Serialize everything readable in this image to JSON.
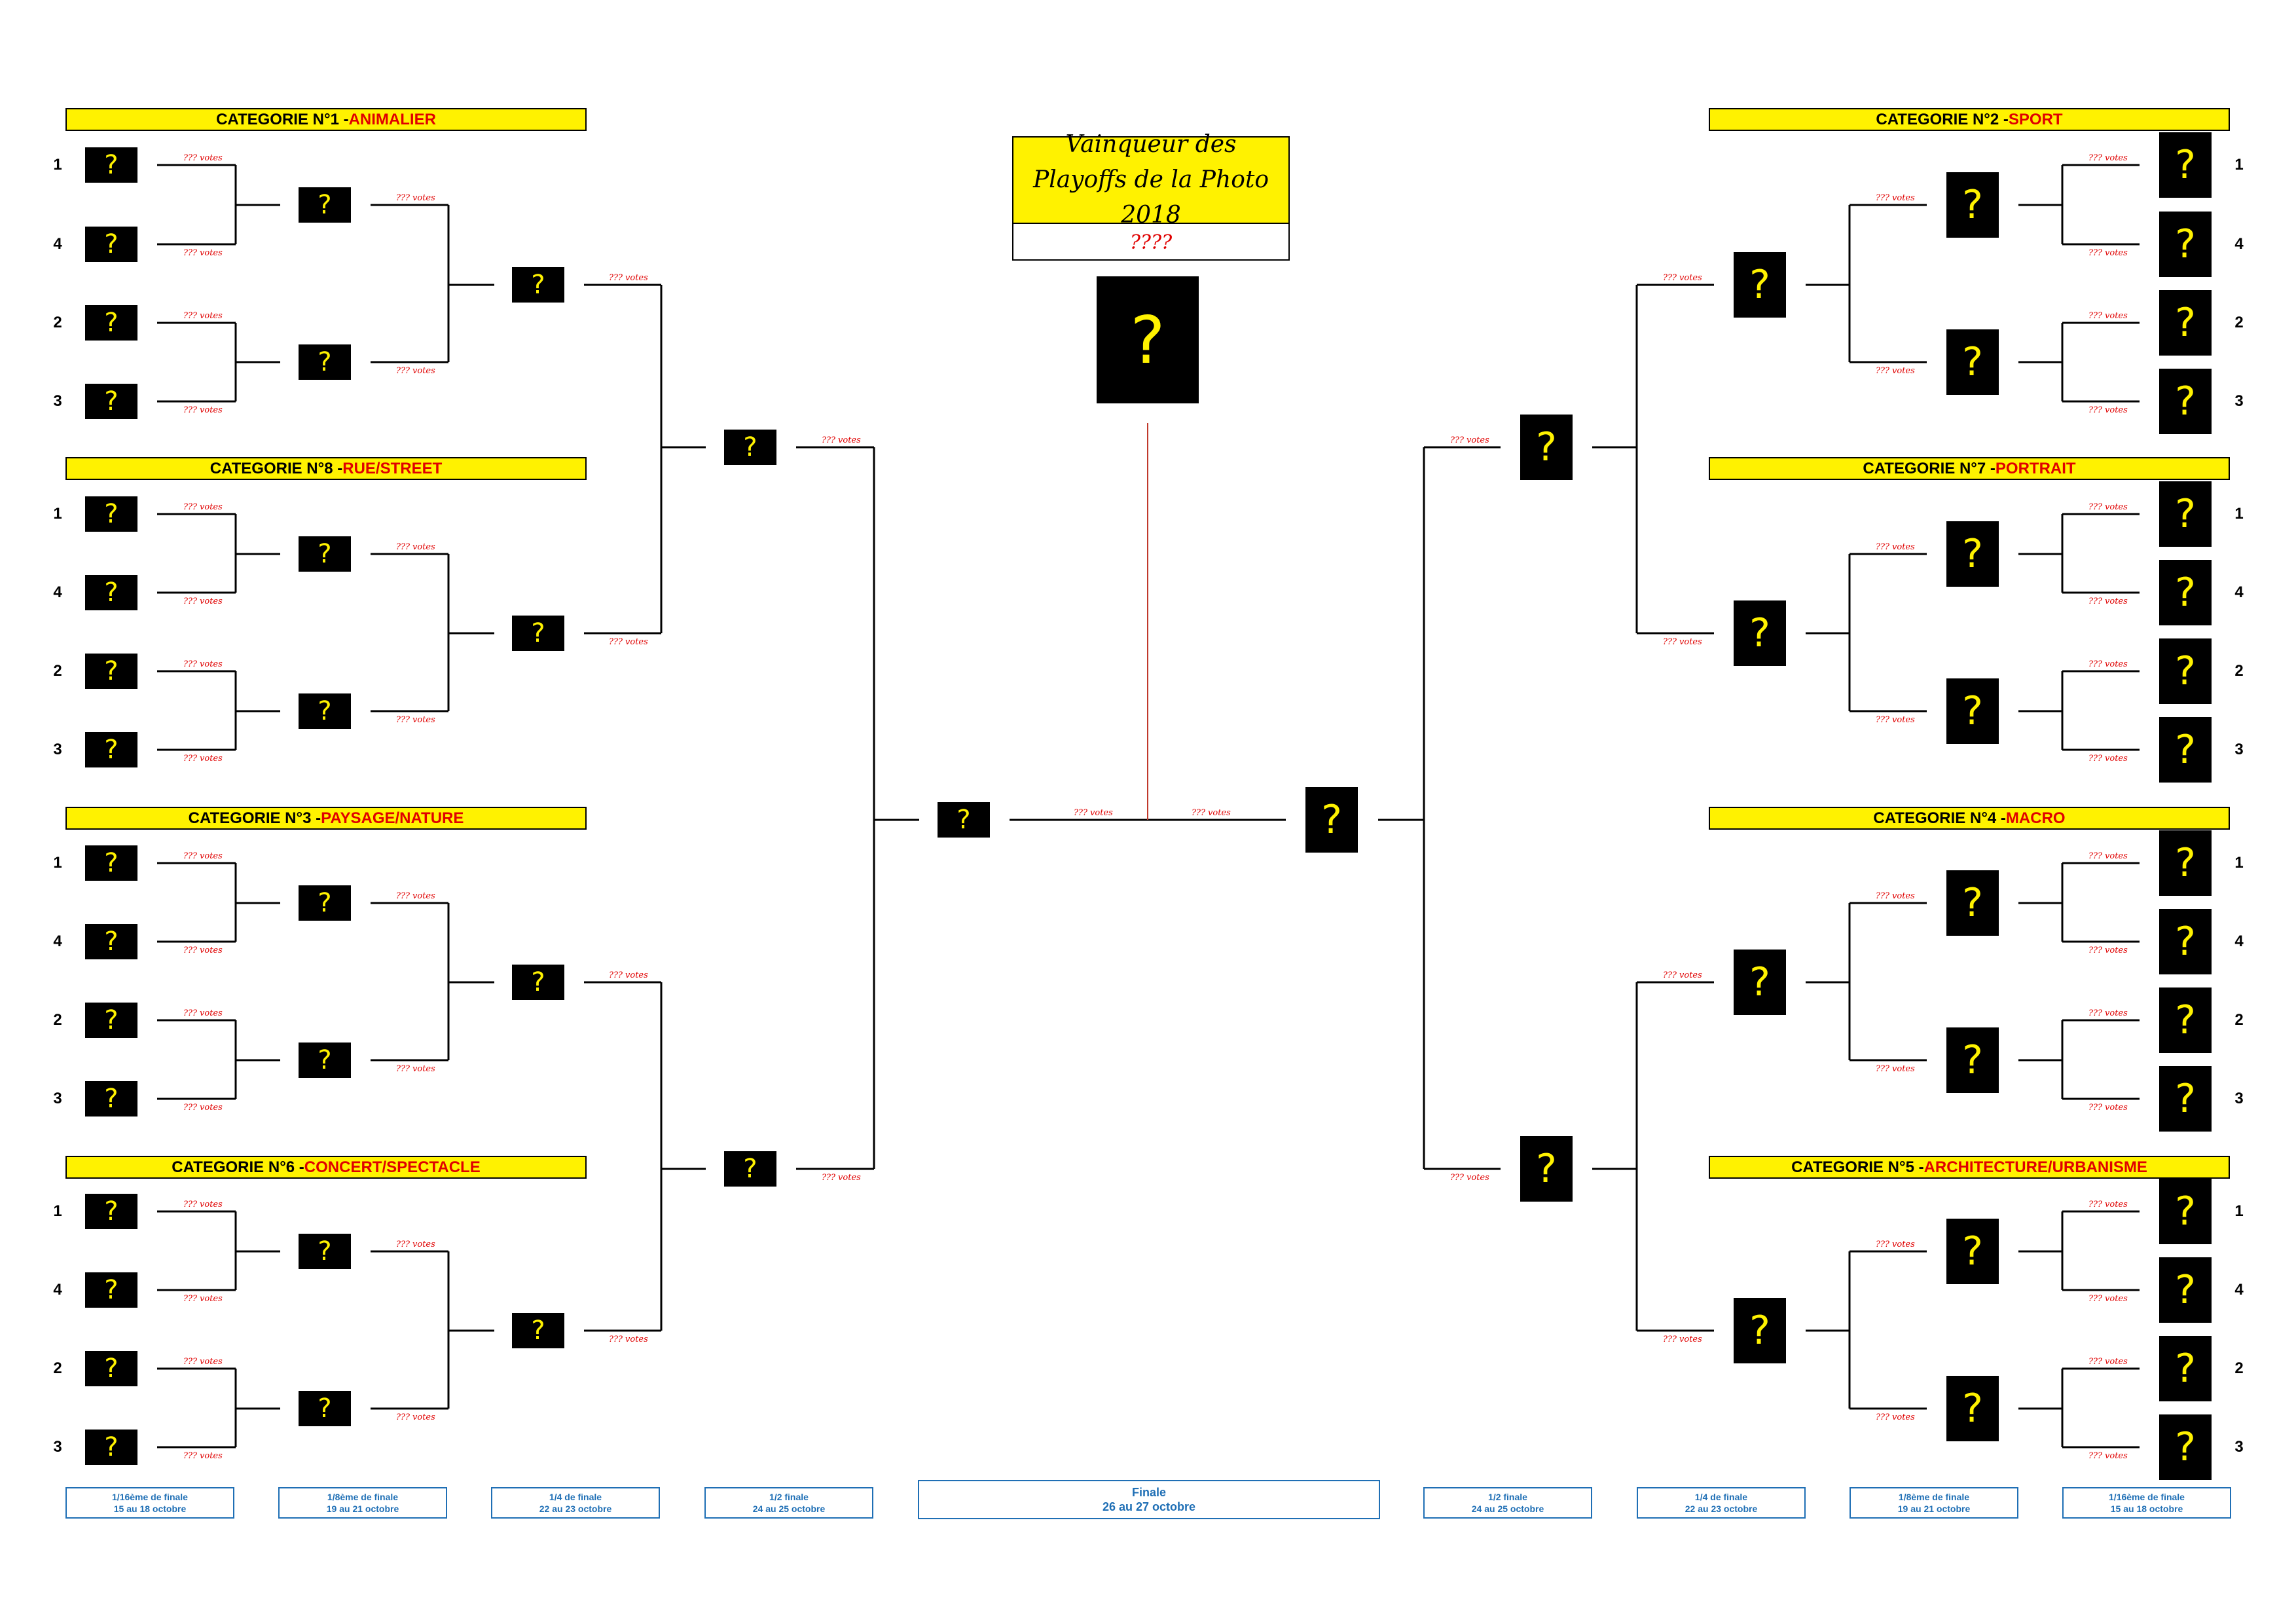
{
  "colors": {
    "category_bg": "#fff200",
    "category_name": "#e00000",
    "box_bg": "#000000",
    "box_mark": "#fff200",
    "votes": "#e00000",
    "footer": "#1f6fb5"
  },
  "placeholder": "?",
  "vote_text": "??? votes",
  "winner": {
    "title": "Vainqueur des Playoffs de la Photo 2018",
    "name": "????"
  },
  "categories": {
    "left": [
      {
        "prefix": "CATEGORIE N°1 - ",
        "name": "ANIMALIER"
      },
      {
        "prefix": "CATEGORIE N°8 - ",
        "name": "RUE/STREET"
      },
      {
        "prefix": "CATEGORIE N°3 - ",
        "name": "PAYSAGE/NATURE"
      },
      {
        "prefix": "CATEGORIE N°6 - ",
        "name": "CONCERT/SPECTACLE"
      }
    ],
    "right": [
      {
        "prefix": "CATEGORIE N°2 - ",
        "name": "SPORT"
      },
      {
        "prefix": "CATEGORIE N°7 - ",
        "name": "PORTRAIT"
      },
      {
        "prefix": "CATEGORIE N°4 - ",
        "name": "MACRO"
      },
      {
        "prefix": "CATEGORIE N°5 - ",
        "name": "ARCHITECTURE/URBANISME"
      }
    ]
  },
  "seeds": [
    "1",
    "4",
    "2",
    "3"
  ],
  "rounds_left": [
    {
      "label": "1/16ème de finale",
      "dates": "15 au 18 octobre"
    },
    {
      "label": "1/8ème de finale",
      "dates": "19 au 21 octobre"
    },
    {
      "label": "1/4 de finale",
      "dates": "22 au 23 octobre"
    },
    {
      "label": "1/2 finale",
      "dates": "24 au 25 octobre"
    }
  ],
  "final_round": {
    "label": "Finale",
    "dates": "26 au 27 octobre"
  },
  "rounds_right": [
    {
      "label": "1/2 finale",
      "dates": "24 au 25 octobre"
    },
    {
      "label": "1/4 de finale",
      "dates": "22 au 23 octobre"
    },
    {
      "label": "1/8ème de finale",
      "dates": "19 au 21 octobre"
    },
    {
      "label": "1/16ème de finale",
      "dates": "15 au 18 octobre"
    }
  ]
}
